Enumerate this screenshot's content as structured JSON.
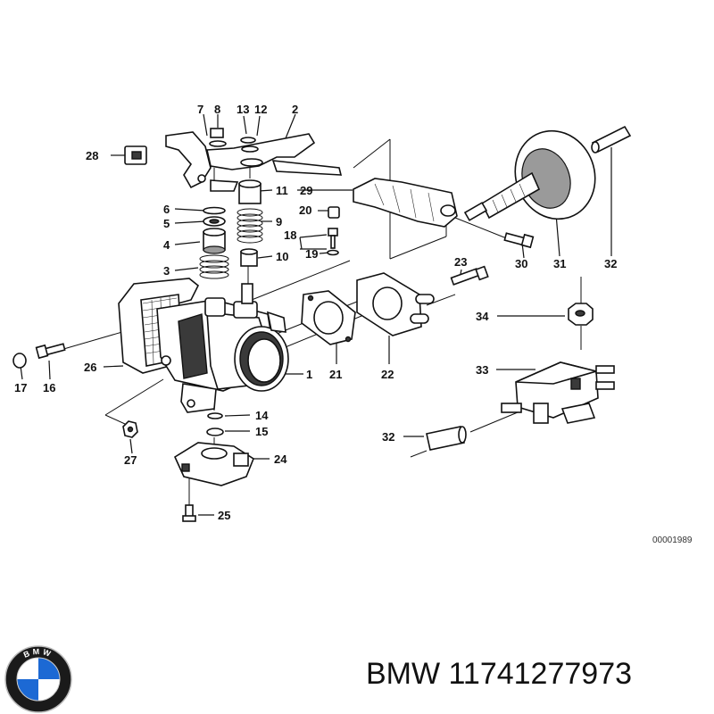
{
  "callouts": [
    "1",
    "2",
    "3",
    "4",
    "5",
    "6",
    "7",
    "8",
    "9",
    "10",
    "11",
    "12",
    "13",
    "14",
    "15",
    "16",
    "17",
    "18",
    "19",
    "20",
    "21",
    "22",
    "23",
    "24",
    "25",
    "26",
    "27",
    "28",
    "29",
    "30",
    "31",
    "32",
    "32",
    "33",
    "34"
  ],
  "reference": "00001989",
  "brand": {
    "text": "BMW 11741277973",
    "logo_letters": "BMW",
    "colors": {
      "blue": "#1c69d4",
      "ring": "#1a1a1a",
      "white": "#ffffff"
    }
  }
}
